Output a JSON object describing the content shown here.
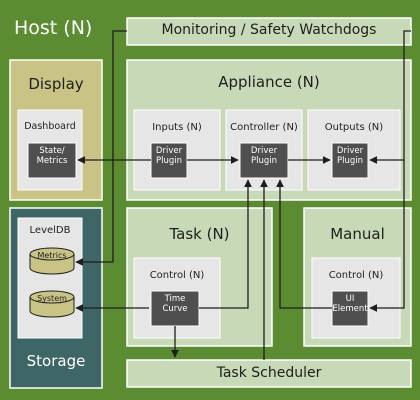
{
  "host": {
    "title": "Host (N)"
  },
  "monitoring": {
    "title": "Monitoring / Safety Watchdogs"
  },
  "display": {
    "title": "Display",
    "dashboard": {
      "title": "Dashboard",
      "box": "State/\nMetrics"
    }
  },
  "appliance": {
    "title": "Appliance (N)",
    "inputs": {
      "title": "Inputs (N)",
      "box": "Driver\nPlugin"
    },
    "controller": {
      "title": "Controller (N)",
      "box": "Driver\nPlugin"
    },
    "outputs": {
      "title": "Outputs (N)",
      "box": "Driver\nPlugin"
    }
  },
  "storage": {
    "title": "Storage",
    "leveldb": {
      "title": "LevelDB"
    },
    "metrics": "Metrics",
    "system": "System"
  },
  "task": {
    "title": "Task (N)",
    "control": {
      "title": "Control (N)",
      "box": "Time\nCurve"
    }
  },
  "manual": {
    "title": "Manual",
    "control": {
      "title": "Control (N)",
      "box": "UI\nElement"
    }
  },
  "scheduler": {
    "title": "Task Scheduler"
  },
  "colors": {
    "host_bg": "#5c8c32",
    "container_bg": "#c8d9b8",
    "display_bg": "#c9c486",
    "storage_bg": "#3e6666",
    "inner_bg": "#e6e6e6",
    "dark_box": "#4f4f4f",
    "connector": "#1e1e1e"
  }
}
